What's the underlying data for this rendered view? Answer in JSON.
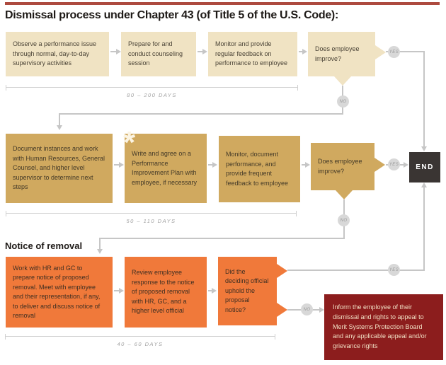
{
  "header": {
    "title": "Dismissal process under Chapter 43 (of Title 5 of the U.S. Code):"
  },
  "row1": {
    "box1": "Observe a performance issue through normal, day-to-day supervisory activities",
    "box2": "Prepare for and conduct counseling session",
    "box3": "Monitor and provide regular feedback on performance to employee",
    "decision": "Does employee improve?",
    "yes": "YES",
    "no": "NO",
    "duration": "80 – 200 DAYS"
  },
  "row2": {
    "box1": "Document instances and work with Human Resources, General Counsel, and higher level supervisor to determine next steps",
    "box2": "Write and agree on a Performance Improvement Plan with employee, if necessary",
    "asterisk": "*",
    "box3": "Monitor, document performance, and provide frequent feedback to employee",
    "decision": "Does employee improve?",
    "yes": "YES",
    "no": "NO",
    "duration": "50 – 110 DAYS",
    "end_label": "END"
  },
  "row3": {
    "section_header": "Notice of removal",
    "box1": "Work with HR and GC to prepare notice of proposed removal. Meet with employee and their representation, if any, to deliver and discuss notice of removal",
    "box2": "Review employee response to the notice of proposed removal with HR, GC, and a higher level official",
    "decision": "Did the deciding official uphold the proposal notice?",
    "yes": "YES",
    "no": "NO",
    "duration": "40 – 60 DAYS",
    "outcome": "Inform the employee of their dismissal and rights to appeal to Merit Systems Protection Board and any applicable appeal and/or grievance rights"
  },
  "colors": {
    "accent_rule": "#ad4a3f",
    "row1_box": "#f0e3c3",
    "row2_box": "#d0a95f",
    "row3_box": "#f0793a",
    "outcome_box": "#8c1d1d",
    "end_box": "#3a3533",
    "connector": "#c6c6c6"
  }
}
